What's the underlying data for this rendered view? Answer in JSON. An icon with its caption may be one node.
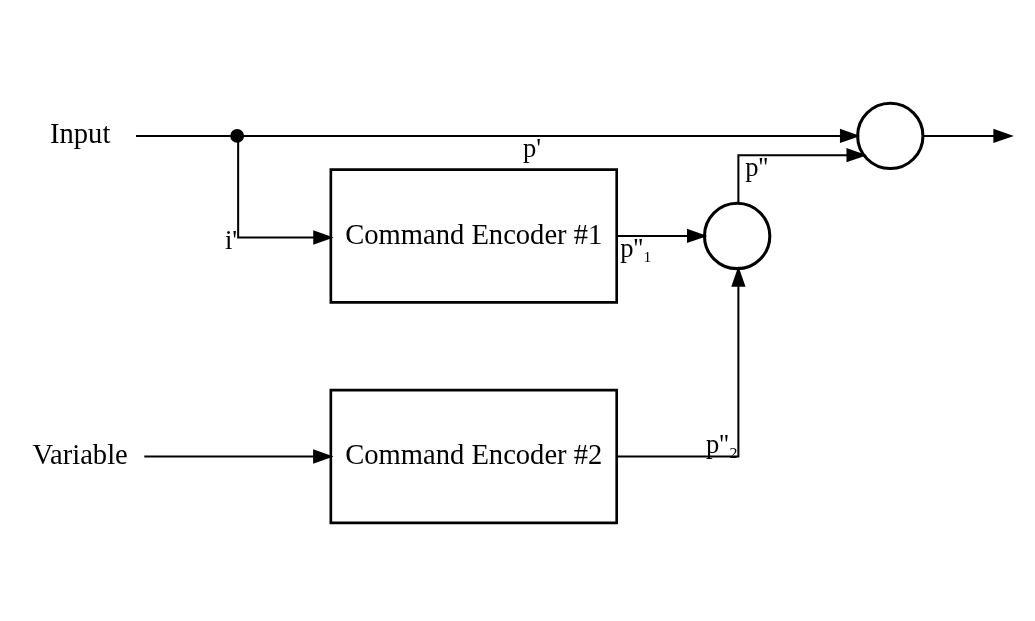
{
  "diagram": {
    "nodes": [
      {
        "text": [
          "Input"
        ]
      },
      {
        "text": [],
        "shape": "dot"
      },
      {
        "text": [
          "Command Encoder #1"
        ]
      },
      {
        "text": [],
        "shape": "circle"
      },
      {
        "text": [],
        "shape": "circle"
      },
      {
        "text": [
          "Variable"
        ]
      },
      {
        "text": [
          "Command Encoder #2"
        ]
      }
    ],
    "edges": [
      {
        "from": 0,
        "to": 1,
        "arrow": "none"
      },
      {
        "from": 1,
        "to": 2,
        "arrow": "to",
        "label": "i'"
      },
      {
        "from": 1,
        "to": 4,
        "arrow": "to",
        "label": "p'"
      },
      {
        "from": 2,
        "to": 3,
        "arrow": "to",
        "label": "p''₁"
      },
      {
        "from": 6,
        "to": 3,
        "arrow": "to",
        "label": "p''₂"
      },
      {
        "from": 5,
        "to": 6,
        "arrow": "to"
      },
      {
        "from": 3,
        "to": 4,
        "arrow": "to",
        "label": "p''"
      },
      {
        "from": 4,
        "to": null,
        "arrow": "to"
      }
    ]
  }
}
